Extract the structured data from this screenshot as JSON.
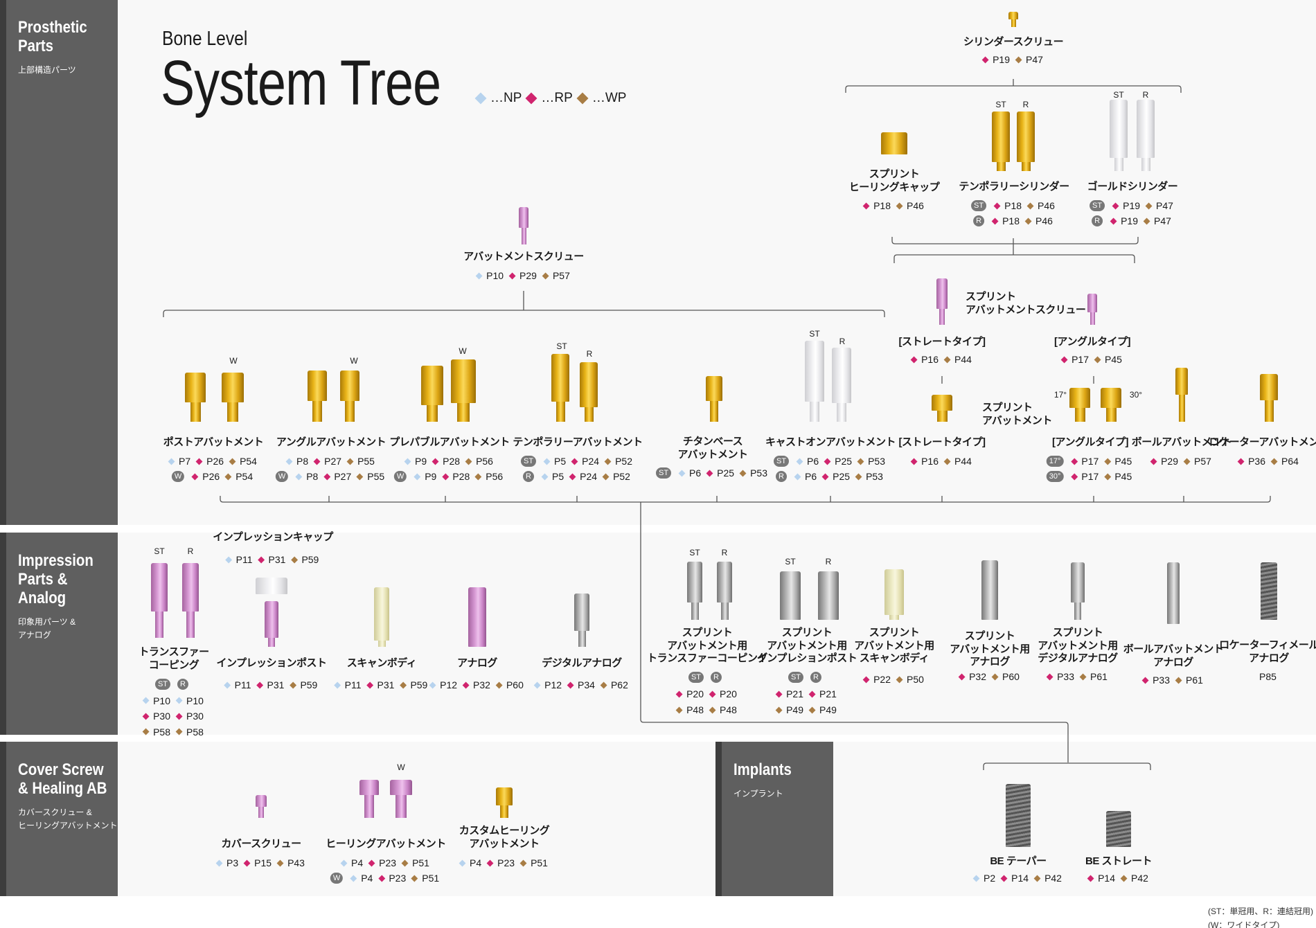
{
  "title": {
    "line1": "Bone Level",
    "line2": "System Tree"
  },
  "legend": [
    {
      "type": "np",
      "label": "…NP"
    },
    {
      "type": "rp",
      "label": "…RP"
    },
    {
      "type": "wp",
      "label": "…WP"
    }
  ],
  "colors": {
    "np": "#b7d3ee",
    "rp": "#d0246e",
    "wp": "#a87d45",
    "panel": "#5f5f5f"
  },
  "sections": {
    "prosthetic": {
      "title": [
        "Prosthetic",
        "Parts"
      ],
      "subtitle": [
        "上部構造パーツ"
      ]
    },
    "impression": {
      "title": [
        "Impression",
        "Parts &",
        "Analog"
      ],
      "subtitle": [
        "印象用パーツ &",
        "アナログ"
      ]
    },
    "cover": {
      "title": [
        "Cover Screw",
        "& Healing AB"
      ],
      "subtitle": [
        "カバースクリュー &",
        "ヒーリングアバットメント"
      ]
    },
    "implants": {
      "title": [
        "Implants"
      ],
      "subtitle": [
        "インプラント"
      ]
    }
  },
  "items": [
    {
      "id": "cyl_screw",
      "label": [
        "シリンダースクリュー"
      ],
      "refs": [
        [
          [
            "rp",
            "P19"
          ],
          [
            "wp",
            "P47"
          ]
        ]
      ]
    },
    {
      "id": "heal_cap",
      "label": [
        "スプリント",
        "ヒーリングキャップ"
      ],
      "refs": [
        [
          [
            "rp",
            "P18"
          ],
          [
            "wp",
            "P46"
          ]
        ]
      ]
    },
    {
      "id": "temp_cyl",
      "label": [
        "テンポラリーシリンダー"
      ],
      "variants": [
        "ST",
        "R"
      ],
      "refs": [
        [
          [
            "b",
            "ST"
          ],
          [
            "rp",
            "P18"
          ],
          [
            "wp",
            "P46"
          ]
        ],
        [
          [
            "b",
            "R"
          ],
          [
            "rp",
            "P18"
          ],
          [
            "wp",
            "P46"
          ]
        ]
      ]
    },
    {
      "id": "gold_cyl",
      "label": [
        "ゴールドシリンダー"
      ],
      "variants": [
        "ST",
        "R"
      ],
      "refs": [
        [
          [
            "b",
            "ST"
          ],
          [
            "rp",
            "P19"
          ],
          [
            "wp",
            "P47"
          ]
        ],
        [
          [
            "b",
            "R"
          ],
          [
            "rp",
            "P19"
          ],
          [
            "wp",
            "P47"
          ]
        ]
      ]
    },
    {
      "id": "abut_screw",
      "label": [
        "アバットメントスクリュー"
      ],
      "refs": [
        [
          [
            "np",
            "P10"
          ],
          [
            "rp",
            "P29"
          ],
          [
            "wp",
            "P57"
          ]
        ]
      ]
    },
    {
      "id": "split_screw_caption",
      "label": [
        "スプリント",
        "アバットメントスクリュー"
      ]
    },
    {
      "id": "split_screw_st",
      "label": [
        "[ストレートタイプ]"
      ],
      "refs": [
        [
          [
            "rp",
            "P16"
          ],
          [
            "wp",
            "P44"
          ]
        ]
      ]
    },
    {
      "id": "split_screw_ang",
      "label": [
        "[アングルタイプ]"
      ],
      "refs": [
        [
          [
            "rp",
            "P17"
          ],
          [
            "wp",
            "P45"
          ]
        ]
      ]
    },
    {
      "id": "split_abut_caption",
      "label": [
        "スプリント",
        "アバットメント"
      ]
    },
    {
      "id": "split_abut_st",
      "label": [
        "[ストレートタイプ]"
      ],
      "refs": [
        [
          [
            "rp",
            "P16"
          ],
          [
            "wp",
            "P44"
          ]
        ]
      ]
    },
    {
      "id": "split_abut_ang",
      "label": [
        "[アングルタイプ]"
      ],
      "variants": [
        "17°",
        "30°"
      ],
      "refs": [
        [
          [
            "b",
            "17°"
          ],
          [
            "rp",
            "P17"
          ],
          [
            "wp",
            "P45"
          ]
        ],
        [
          [
            "b",
            "30°"
          ],
          [
            "rp",
            "P17"
          ],
          [
            "wp",
            "P45"
          ]
        ]
      ]
    },
    {
      "id": "ball_abut",
      "label": [
        "ボールアバットメント"
      ],
      "refs": [
        [
          [
            "rp",
            "P29"
          ],
          [
            "wp",
            "P57"
          ]
        ]
      ]
    },
    {
      "id": "locator_abut",
      "label": [
        "ロケーターアバットメント"
      ],
      "refs": [
        [
          [
            "rp",
            "P36"
          ],
          [
            "wp",
            "P64"
          ]
        ]
      ]
    },
    {
      "id": "post_abut",
      "label": [
        "ポストアバットメント"
      ],
      "variants": [
        "W"
      ],
      "refs": [
        [
          [
            "np",
            "P7"
          ],
          [
            "rp",
            "P26"
          ],
          [
            "wp",
            "P54"
          ]
        ],
        [
          [
            "b",
            "W"
          ],
          [
            "rp",
            "P26"
          ],
          [
            "wp",
            "P54"
          ]
        ]
      ]
    },
    {
      "id": "angle_abut",
      "label": [
        "アングルアバットメント"
      ],
      "variants": [
        "W"
      ],
      "refs": [
        [
          [
            "np",
            "P8"
          ],
          [
            "rp",
            "P27"
          ],
          [
            "wp",
            "P55"
          ]
        ],
        [
          [
            "b",
            "W"
          ],
          [
            "np",
            "P8"
          ],
          [
            "rp",
            "P27"
          ],
          [
            "wp",
            "P55"
          ]
        ]
      ]
    },
    {
      "id": "preparable",
      "label": [
        "プレパブルアバットメント"
      ],
      "variants": [
        "W"
      ],
      "refs": [
        [
          [
            "np",
            "P9"
          ],
          [
            "rp",
            "P28"
          ],
          [
            "wp",
            "P56"
          ]
        ],
        [
          [
            "b",
            "W"
          ],
          [
            "np",
            "P9"
          ],
          [
            "rp",
            "P28"
          ],
          [
            "wp",
            "P56"
          ]
        ]
      ]
    },
    {
      "id": "temp_abut",
      "label": [
        "テンポラリーアバットメント"
      ],
      "variants": [
        "ST",
        "R"
      ],
      "refs": [
        [
          [
            "b",
            "ST"
          ],
          [
            "np",
            "P5"
          ],
          [
            "rp",
            "P24"
          ],
          [
            "wp",
            "P52"
          ]
        ],
        [
          [
            "b",
            "R"
          ],
          [
            "np",
            "P5"
          ],
          [
            "rp",
            "P24"
          ],
          [
            "wp",
            "P52"
          ]
        ]
      ]
    },
    {
      "id": "ti_base",
      "label": [
        "チタンベース",
        "アバットメント"
      ],
      "refs": [
        [
          [
            "b",
            "ST"
          ],
          [
            "np",
            "P6"
          ],
          [
            "rp",
            "P25"
          ],
          [
            "wp",
            "P53"
          ]
        ]
      ]
    },
    {
      "id": "cast_on",
      "label": [
        "キャストオンアバットメント"
      ],
      "variants": [
        "ST",
        "R"
      ],
      "refs": [
        [
          [
            "b",
            "ST"
          ],
          [
            "np",
            "P6"
          ],
          [
            "rp",
            "P25"
          ],
          [
            "wp",
            "P53"
          ]
        ],
        [
          [
            "b",
            "R"
          ],
          [
            "np",
            "P6"
          ],
          [
            "rp",
            "P25"
          ],
          [
            "wp",
            "P53"
          ]
        ]
      ]
    },
    {
      "id": "transfer",
      "label": [
        "トランスファー",
        "コーピング"
      ],
      "variants": [
        "ST",
        "R"
      ],
      "refs": [
        [
          [
            "b",
            "ST"
          ],
          [
            "b",
            "R"
          ]
        ],
        [
          [
            "np",
            "P10"
          ],
          [
            "np",
            "P10"
          ]
        ],
        [
          [
            "rp",
            "P30"
          ],
          [
            "rp",
            "P30"
          ]
        ],
        [
          [
            "wp",
            "P58"
          ],
          [
            "wp",
            "P58"
          ]
        ]
      ]
    },
    {
      "id": "imp_cap",
      "label": [
        "インプレッションキャップ"
      ],
      "refs": [
        [
          [
            "np",
            "P11"
          ],
          [
            "rp",
            "P31"
          ],
          [
            "wp",
            "P59"
          ]
        ]
      ]
    },
    {
      "id": "imp_post",
      "label": [
        "インプレッションポスト"
      ],
      "refs": [
        [
          [
            "np",
            "P11"
          ],
          [
            "rp",
            "P31"
          ],
          [
            "wp",
            "P59"
          ]
        ]
      ]
    },
    {
      "id": "scan_body",
      "label": [
        "スキャンボディ"
      ],
      "refs": [
        [
          [
            "np",
            "P11"
          ],
          [
            "rp",
            "P31"
          ],
          [
            "wp",
            "P59"
          ]
        ]
      ]
    },
    {
      "id": "analog",
      "label": [
        "アナログ"
      ],
      "refs": [
        [
          [
            "np",
            "P12"
          ],
          [
            "rp",
            "P32"
          ],
          [
            "wp",
            "P60"
          ]
        ]
      ]
    },
    {
      "id": "digital_analog",
      "label": [
        "デジタルアナログ"
      ],
      "refs": [
        [
          [
            "np",
            "P12"
          ],
          [
            "rp",
            "P34"
          ],
          [
            "wp",
            "P62"
          ]
        ]
      ]
    },
    {
      "id": "split_transfer",
      "label": [
        "スプリント",
        "アバットメント用",
        "トランスファーコーピング"
      ],
      "variants": [
        "ST",
        "R"
      ],
      "refs": [
        [
          [
            "b",
            "ST"
          ],
          [
            "b",
            "R"
          ]
        ],
        [
          [
            "rp",
            "P20"
          ],
          [
            "rp",
            "P20"
          ]
        ],
        [
          [
            "wp",
            "P48"
          ],
          [
            "wp",
            "P48"
          ]
        ]
      ]
    },
    {
      "id": "split_imp_post",
      "label": [
        "スプリント",
        "アバットメント用",
        "インプレションポスト"
      ],
      "variants": [
        "ST",
        "R"
      ],
      "refs": [
        [
          [
            "b",
            "ST"
          ],
          [
            "b",
            "R"
          ]
        ],
        [
          [
            "rp",
            "P21"
          ],
          [
            "rp",
            "P21"
          ]
        ],
        [
          [
            "wp",
            "P49"
          ],
          [
            "wp",
            "P49"
          ]
        ]
      ]
    },
    {
      "id": "split_scan",
      "label": [
        "スプリント",
        "アバットメント用",
        "スキャンボディ"
      ],
      "refs": [
        [
          [
            "rp",
            "P22"
          ],
          [
            "wp",
            "P50"
          ]
        ]
      ]
    },
    {
      "id": "split_analog",
      "label": [
        "スプリント",
        "アバットメント用",
        "アナログ"
      ],
      "refs": [
        [
          [
            "rp",
            "P32"
          ],
          [
            "wp",
            "P60"
          ]
        ]
      ]
    },
    {
      "id": "split_digital",
      "label": [
        "スプリント",
        "アバットメント用",
        "デジタルアナログ"
      ],
      "refs": [
        [
          [
            "rp",
            "P33"
          ],
          [
            "wp",
            "P61"
          ]
        ]
      ]
    },
    {
      "id": "ball_analog",
      "label": [
        "ボールアバットメント",
        "アナログ"
      ],
      "refs": [
        [
          [
            "rp",
            "P33"
          ],
          [
            "wp",
            "P61"
          ]
        ]
      ]
    },
    {
      "id": "locator_analog",
      "label": [
        "ロケーターフィメール",
        "アナログ"
      ],
      "refs": [
        [
          [
            "t",
            "P85"
          ]
        ]
      ]
    },
    {
      "id": "cover_screw",
      "label": [
        "カバースクリュー"
      ],
      "refs": [
        [
          [
            "np",
            "P3"
          ],
          [
            "rp",
            "P15"
          ],
          [
            "wp",
            "P43"
          ]
        ]
      ]
    },
    {
      "id": "healing",
      "label": [
        "ヒーリングアバットメント"
      ],
      "variants": [
        "W"
      ],
      "refs": [
        [
          [
            "np",
            "P4"
          ],
          [
            "rp",
            "P23"
          ],
          [
            "wp",
            "P51"
          ]
        ],
        [
          [
            "b",
            "W"
          ],
          [
            "np",
            "P4"
          ],
          [
            "rp",
            "P23"
          ],
          [
            "wp",
            "P51"
          ]
        ]
      ]
    },
    {
      "id": "custom_healing",
      "label": [
        "カスタムヒーリング",
        "アバットメント"
      ],
      "refs": [
        [
          [
            "np",
            "P4"
          ],
          [
            "rp",
            "P23"
          ],
          [
            "wp",
            "P51"
          ]
        ]
      ]
    },
    {
      "id": "be_taper",
      "label": [
        "BE テーパー"
      ],
      "refs": [
        [
          [
            "np",
            "P2"
          ],
          [
            "rp",
            "P14"
          ],
          [
            "wp",
            "P42"
          ]
        ]
      ]
    },
    {
      "id": "be_straight",
      "label": [
        "BE ストレート"
      ],
      "refs": [
        [
          [
            "rp",
            "P14"
          ],
          [
            "wp",
            "P42"
          ]
        ]
      ]
    }
  ],
  "footnote": [
    "(ST：単冠用、R：連結冠用)",
    "(W：ワイドタイプ)"
  ]
}
